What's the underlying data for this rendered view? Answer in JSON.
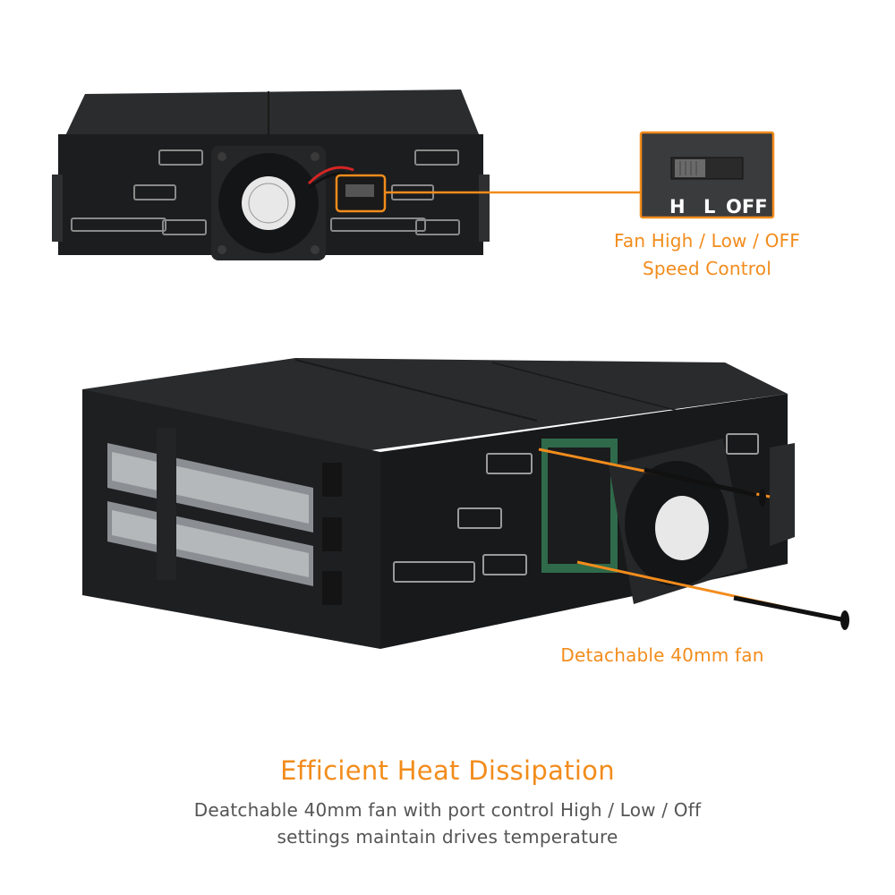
{
  "switch_label": {
    "h": "H",
    "l": "L",
    "off": "OFF"
  },
  "callout_switch": {
    "line1": "Fan High / Low / OFF",
    "line2": "Speed Control"
  },
  "callout_fan": "Detachable 40mm fan",
  "headline": "Efficient Heat Dissipation",
  "description": {
    "line1": "Deatchable 40mm fan with port control High / Low / Off",
    "line2": "settings maintain drives temperature"
  },
  "colors": {
    "accent": "#f28c1c",
    "body_text": "#555555",
    "metal": "#1e1f21"
  }
}
